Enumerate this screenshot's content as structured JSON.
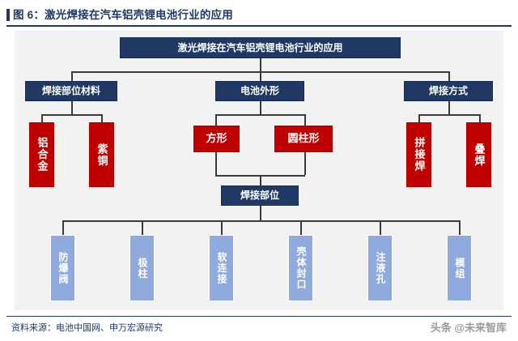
{
  "header": {
    "figure_label": "图 6",
    "title": "图 6：激光焊接在汽车铝壳锂电池行业的应用"
  },
  "footer": {
    "source": "资料来源：电池中国网、申万宏源研究",
    "watermark": "头条 @未来智库"
  },
  "colors": {
    "navy": "#1F3864",
    "red": "#C00000",
    "light_blue": "#8FAADC",
    "canvas": "#F2F2F2",
    "line": "#3A3A3A"
  },
  "diagram": {
    "type": "tree",
    "root": {
      "label": "激光焊接在汽车铝壳锂电池行业的应用",
      "style": "navy"
    },
    "branches": [
      {
        "label": "焊接部位材料",
        "style": "navy",
        "children": [
          {
            "label": "铝合金",
            "style": "red",
            "orientation": "vertical"
          },
          {
            "label": "紫铜",
            "style": "red",
            "orientation": "vertical"
          }
        ]
      },
      {
        "label": "电池外形",
        "style": "navy",
        "children": [
          {
            "label": "方形",
            "style": "red",
            "orientation": "horizontal"
          },
          {
            "label": "圆柱形",
            "style": "red",
            "orientation": "horizontal"
          }
        ]
      },
      {
        "label": "焊接方式",
        "style": "navy",
        "children": [
          {
            "label": "拼接焊",
            "style": "red",
            "orientation": "vertical"
          },
          {
            "label": "叠焊",
            "style": "red",
            "orientation": "vertical"
          }
        ]
      }
    ],
    "welding_position": {
      "label": "焊接部位",
      "style": "navy",
      "children": [
        {
          "label": "防爆阀",
          "style": "light_blue",
          "orientation": "vertical"
        },
        {
          "label": "极柱",
          "style": "light_blue",
          "orientation": "vertical"
        },
        {
          "label": "软连接",
          "style": "light_blue",
          "orientation": "vertical"
        },
        {
          "label": "壳体封口",
          "style": "light_blue",
          "orientation": "vertical"
        },
        {
          "label": "注液孔",
          "style": "light_blue",
          "orientation": "vertical"
        },
        {
          "label": "模组",
          "style": "light_blue",
          "orientation": "vertical"
        }
      ]
    }
  }
}
